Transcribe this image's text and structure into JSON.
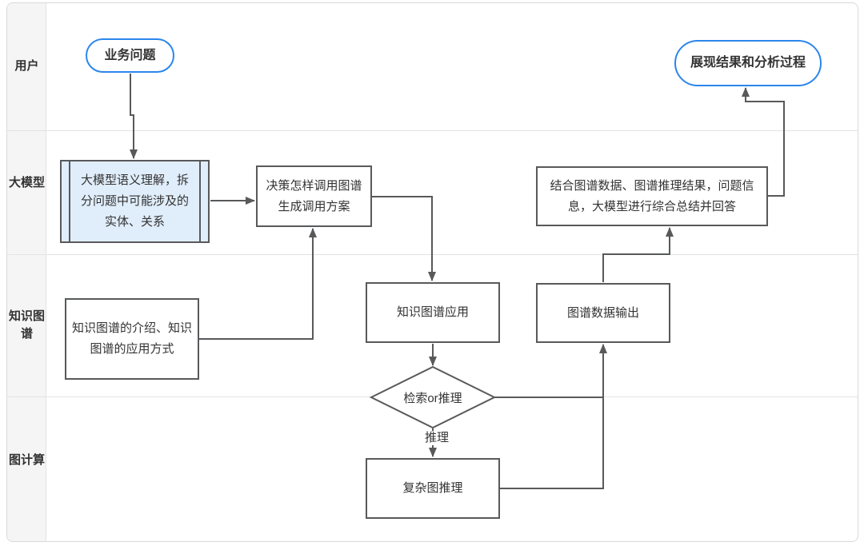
{
  "colors": {
    "accent": "#2B86EC",
    "line_gray": "#58595B",
    "light_blue": "#E0EDFA",
    "text": "#333333",
    "lane_bg": "#F5F5F6",
    "grid": "#E3E3E4",
    "frame": "#D9D9DA",
    "bg": "#FFFFFF"
  },
  "lanes": [
    {
      "label": "用户"
    },
    {
      "label": "大模型"
    },
    {
      "label": "知识图谱"
    },
    {
      "label": "图计算"
    }
  ],
  "nodes": {
    "business_question": {
      "label": "业务问题",
      "shape": "pill"
    },
    "show_result": {
      "label": "展现结果和分析过程",
      "shape": "pill"
    },
    "llm_semantic": {
      "label": "大模型语义理解，拆分问题中可能涉及的实体、关系",
      "shape": "predefined-process"
    },
    "decision": {
      "label": "决策怎样调用图谱生成调用方案",
      "shape": "rect"
    },
    "combine_answer": {
      "label": "结合图谱数据、图谱推理结果，问题信息，大模型进行综合总结并回答",
      "shape": "rect"
    },
    "kg_intro": {
      "label": "知识图谱的介绍、知识图谱的应用方式",
      "shape": "rect"
    },
    "kg_app": {
      "label": "知识图谱应用",
      "shape": "rect"
    },
    "kg_output": {
      "label": "图谱数据输出",
      "shape": "rect"
    },
    "search_or_reason": {
      "label": "检索or推理",
      "shape": "diamond"
    },
    "complex_reasoning": {
      "label": "复杂图推理",
      "shape": "rect"
    }
  },
  "edges": [
    {
      "from": "business_question",
      "to": "llm_semantic",
      "label": ""
    },
    {
      "from": "llm_semantic",
      "to": "decision",
      "label": ""
    },
    {
      "from": "kg_intro",
      "to": "decision",
      "label": ""
    },
    {
      "from": "decision",
      "to": "kg_app",
      "label": ""
    },
    {
      "from": "kg_app",
      "to": "search_or_reason",
      "label": ""
    },
    {
      "from": "search_or_reason",
      "to": "complex_reasoning",
      "label": "推理"
    },
    {
      "from": "search_or_reason",
      "to": "kg_output",
      "label": ""
    },
    {
      "from": "complex_reasoning",
      "to": "kg_output",
      "label": ""
    },
    {
      "from": "kg_output",
      "to": "combine_answer",
      "label": ""
    },
    {
      "from": "combine_answer",
      "to": "show_result",
      "label": ""
    }
  ]
}
